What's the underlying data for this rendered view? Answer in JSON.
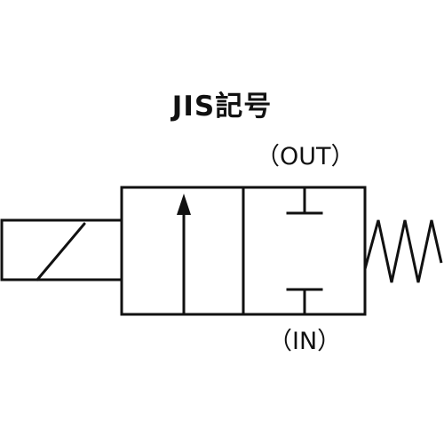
{
  "title": "JIS記号",
  "ports": {
    "out": "（OUT）",
    "in": "（IN）"
  },
  "colors": {
    "stroke": "#111111",
    "background": "#ffffff"
  },
  "components": [
    "solenoid",
    "valve-box-left",
    "valve-box-right",
    "flow-arrow",
    "blocked-port-out",
    "blocked-port-in",
    "return-spring"
  ]
}
